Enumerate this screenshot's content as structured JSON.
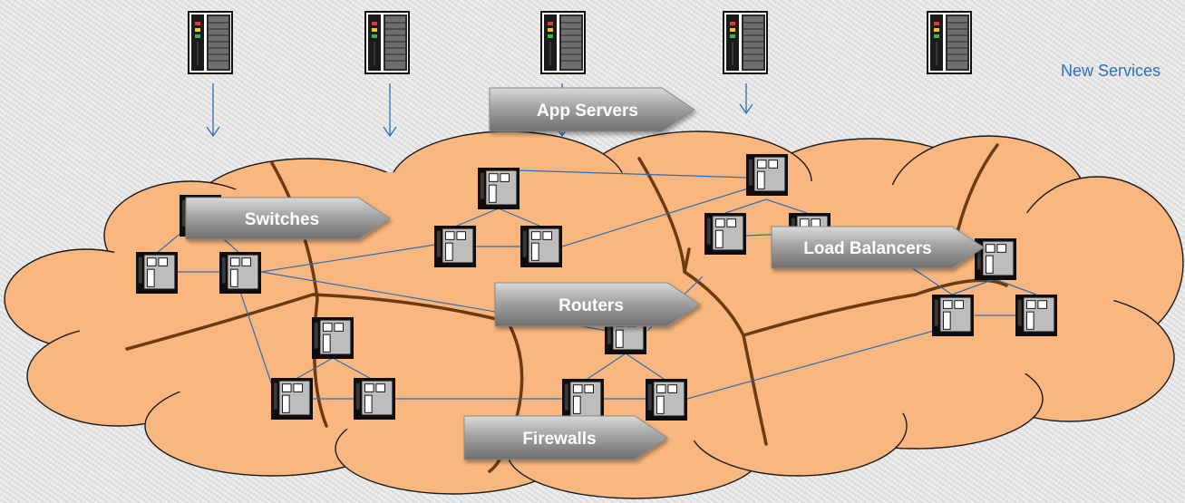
{
  "labels": {
    "new_services": "New Services",
    "app_servers": "App Servers",
    "switches": "Switches",
    "routers": "Routers",
    "load_balancers": "Load Balancers",
    "firewalls": "Firewalls"
  },
  "colors": {
    "cloud_fill": "#f9b77f",
    "cloud_stroke": "#1a1a1a",
    "divider": "#6b3a10",
    "link": "#2e6db3",
    "label_arrow": "#9a9a9a",
    "new_services_text": "#2f6fb5"
  },
  "icons": {
    "app_server": "server-rack-icon",
    "network_device": "network-device-icon"
  }
}
